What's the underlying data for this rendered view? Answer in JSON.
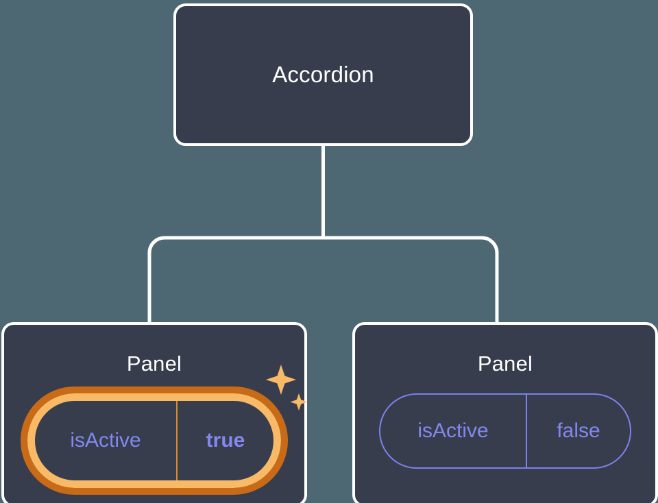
{
  "theme": {
    "canvas_bg": "#4e6873",
    "node_bg": "#373d4d",
    "node_border": "#ffffff",
    "edge_color": "#ffffff",
    "text_primary": "#ffffff",
    "prop_text": "#8189ee",
    "prop_border": "#7b82ec",
    "highlight_inner": "#f9ba68",
    "highlight_outer": "#c96a17",
    "sparkle_color": "#f9ba68"
  },
  "tree": {
    "root": {
      "title": "Accordion"
    },
    "children": [
      {
        "title": "Panel",
        "highlighted": true,
        "prop": {
          "key": "isActive",
          "value": "true"
        },
        "sparkle_icon": "sparkles-icon"
      },
      {
        "title": "Panel",
        "highlighted": false,
        "prop": {
          "key": "isActive",
          "value": "false"
        }
      }
    ]
  }
}
